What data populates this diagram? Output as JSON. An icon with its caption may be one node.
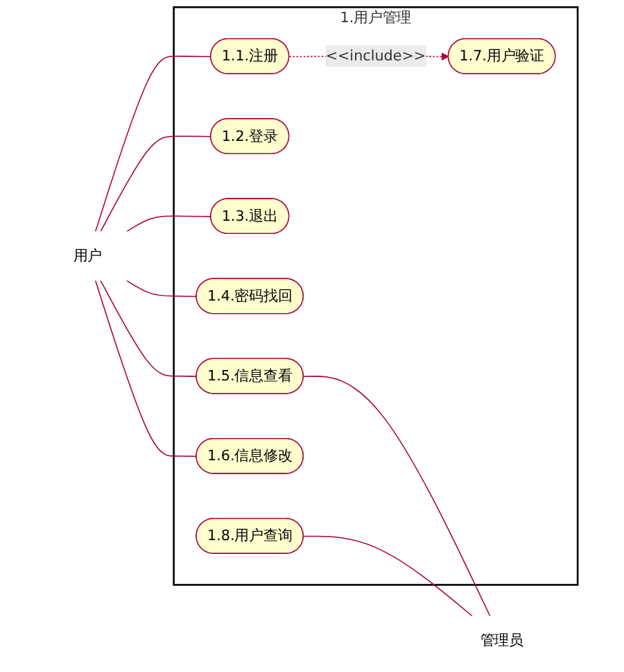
{
  "diagram": {
    "nodes": [
      {
        "text": [
          "用户"
        ]
      },
      {
        "text": [
          "1.用户管理"
        ]
      },
      {
        "text": [
          "1.7.用户验证"
        ],
        "in": 1
      },
      {
        "text": [
          "1.1.注册"
        ],
        "in": 1
      },
      {
        "text": [
          "1.2.登录"
        ],
        "in": 1
      },
      {
        "text": [
          "1.3.退出"
        ],
        "in": 1
      },
      {
        "text": [
          "1.4.密码找回"
        ],
        "in": 1
      },
      {
        "text": [
          "1.5.信息查看"
        ],
        "in": 1
      },
      {
        "text": [
          "1.6.信息修改"
        ],
        "in": 1
      },
      {
        "text": [
          "1.8.用户查询"
        ],
        "in": 1
      },
      {
        "text": [
          "管理员"
        ]
      }
    ],
    "edges": [
      {
        "from": 3,
        "to": 2,
        "arrow": "to",
        "label": "<<include>>",
        "style": "dashed"
      },
      {
        "from": 0,
        "to": 3,
        "arrow": "none"
      },
      {
        "from": 0,
        "to": 4,
        "arrow": "none"
      },
      {
        "from": 0,
        "to": 5,
        "arrow": "none"
      },
      {
        "from": 0,
        "to": 6,
        "arrow": "none"
      },
      {
        "from": 0,
        "to": 7,
        "arrow": "none"
      },
      {
        "from": 0,
        "to": 8,
        "arrow": "none"
      },
      {
        "from": 7,
        "to": 10,
        "arrow": "none"
      },
      {
        "from": 9,
        "to": 10,
        "arrow": "none"
      }
    ]
  }
}
